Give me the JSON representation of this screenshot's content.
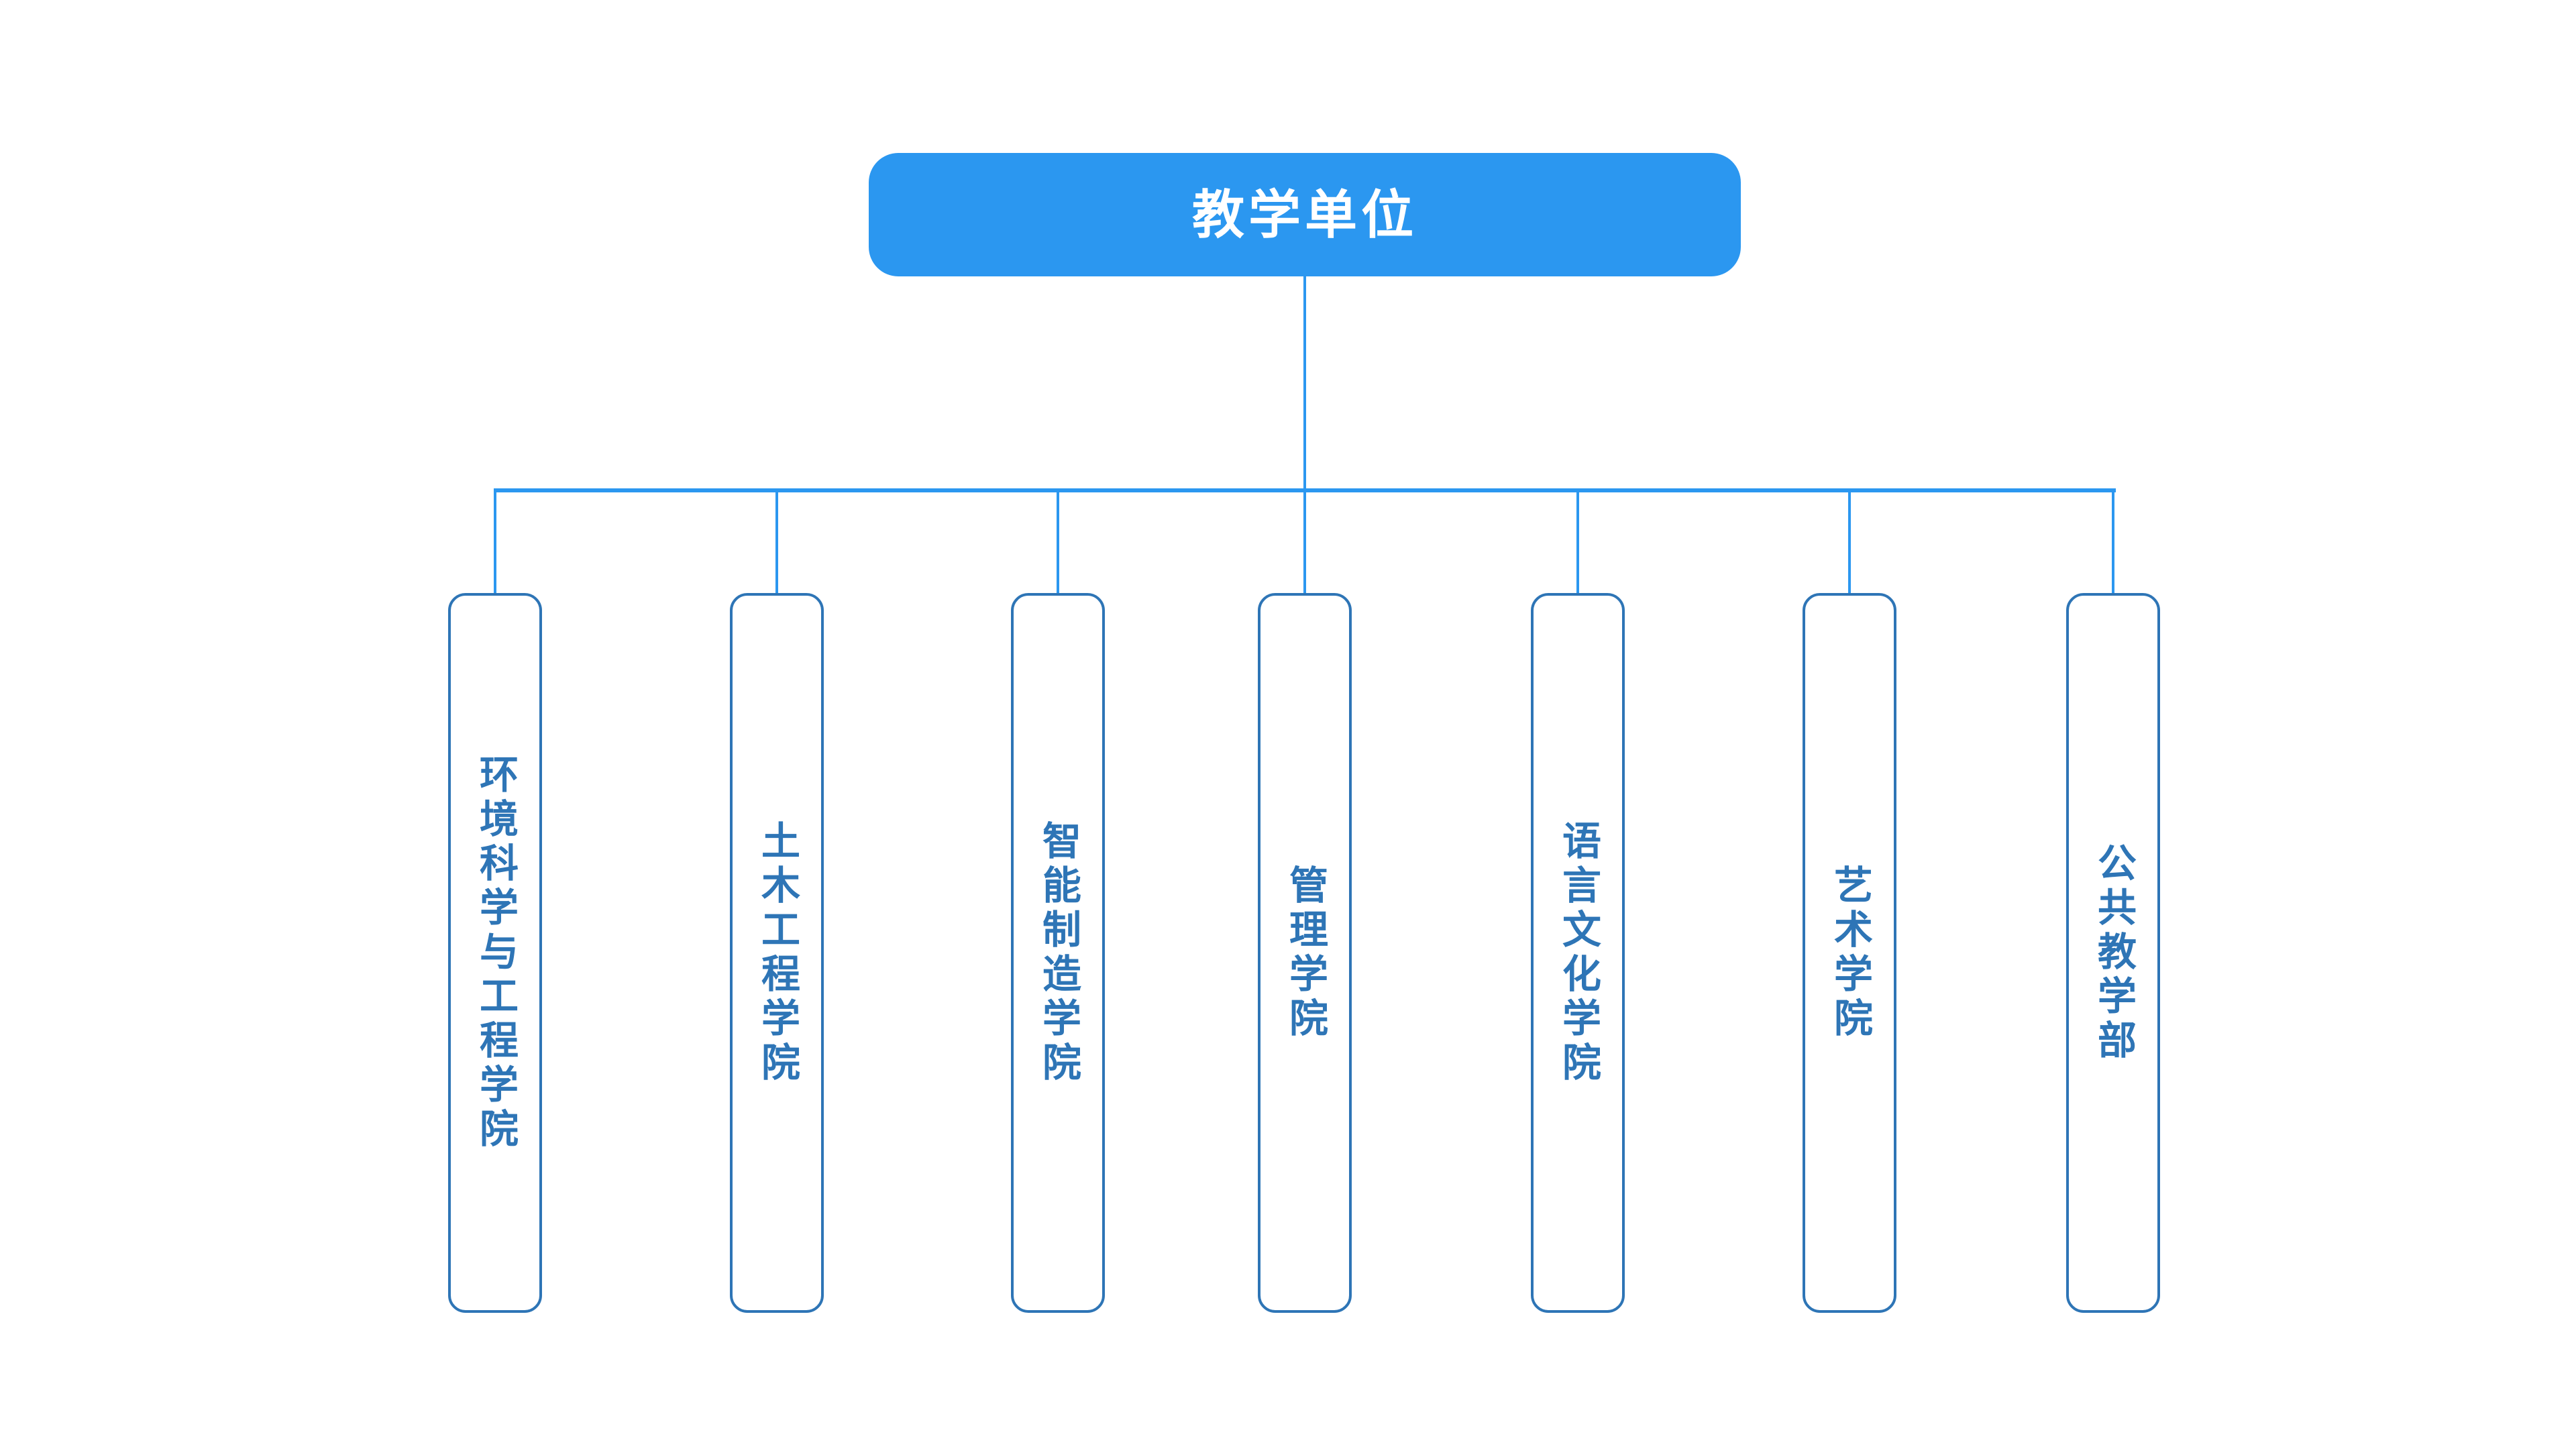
{
  "chart": {
    "type": "org-chart",
    "root": {
      "label": "教学单位"
    },
    "children": [
      {
        "label": "环境科学与工程学院"
      },
      {
        "label": "土木工程学院"
      },
      {
        "label": "智能制造学院"
      },
      {
        "label": "管理学院"
      },
      {
        "label": "语言文化学院"
      },
      {
        "label": "艺术学院"
      },
      {
        "label": "公共教学部"
      }
    ],
    "colors": {
      "accent": "#2B97F0",
      "node_border": "#2E75B6",
      "node_text": "#2E75B6",
      "root_text": "#FFFFFF",
      "background": "#FFFFFF"
    }
  }
}
